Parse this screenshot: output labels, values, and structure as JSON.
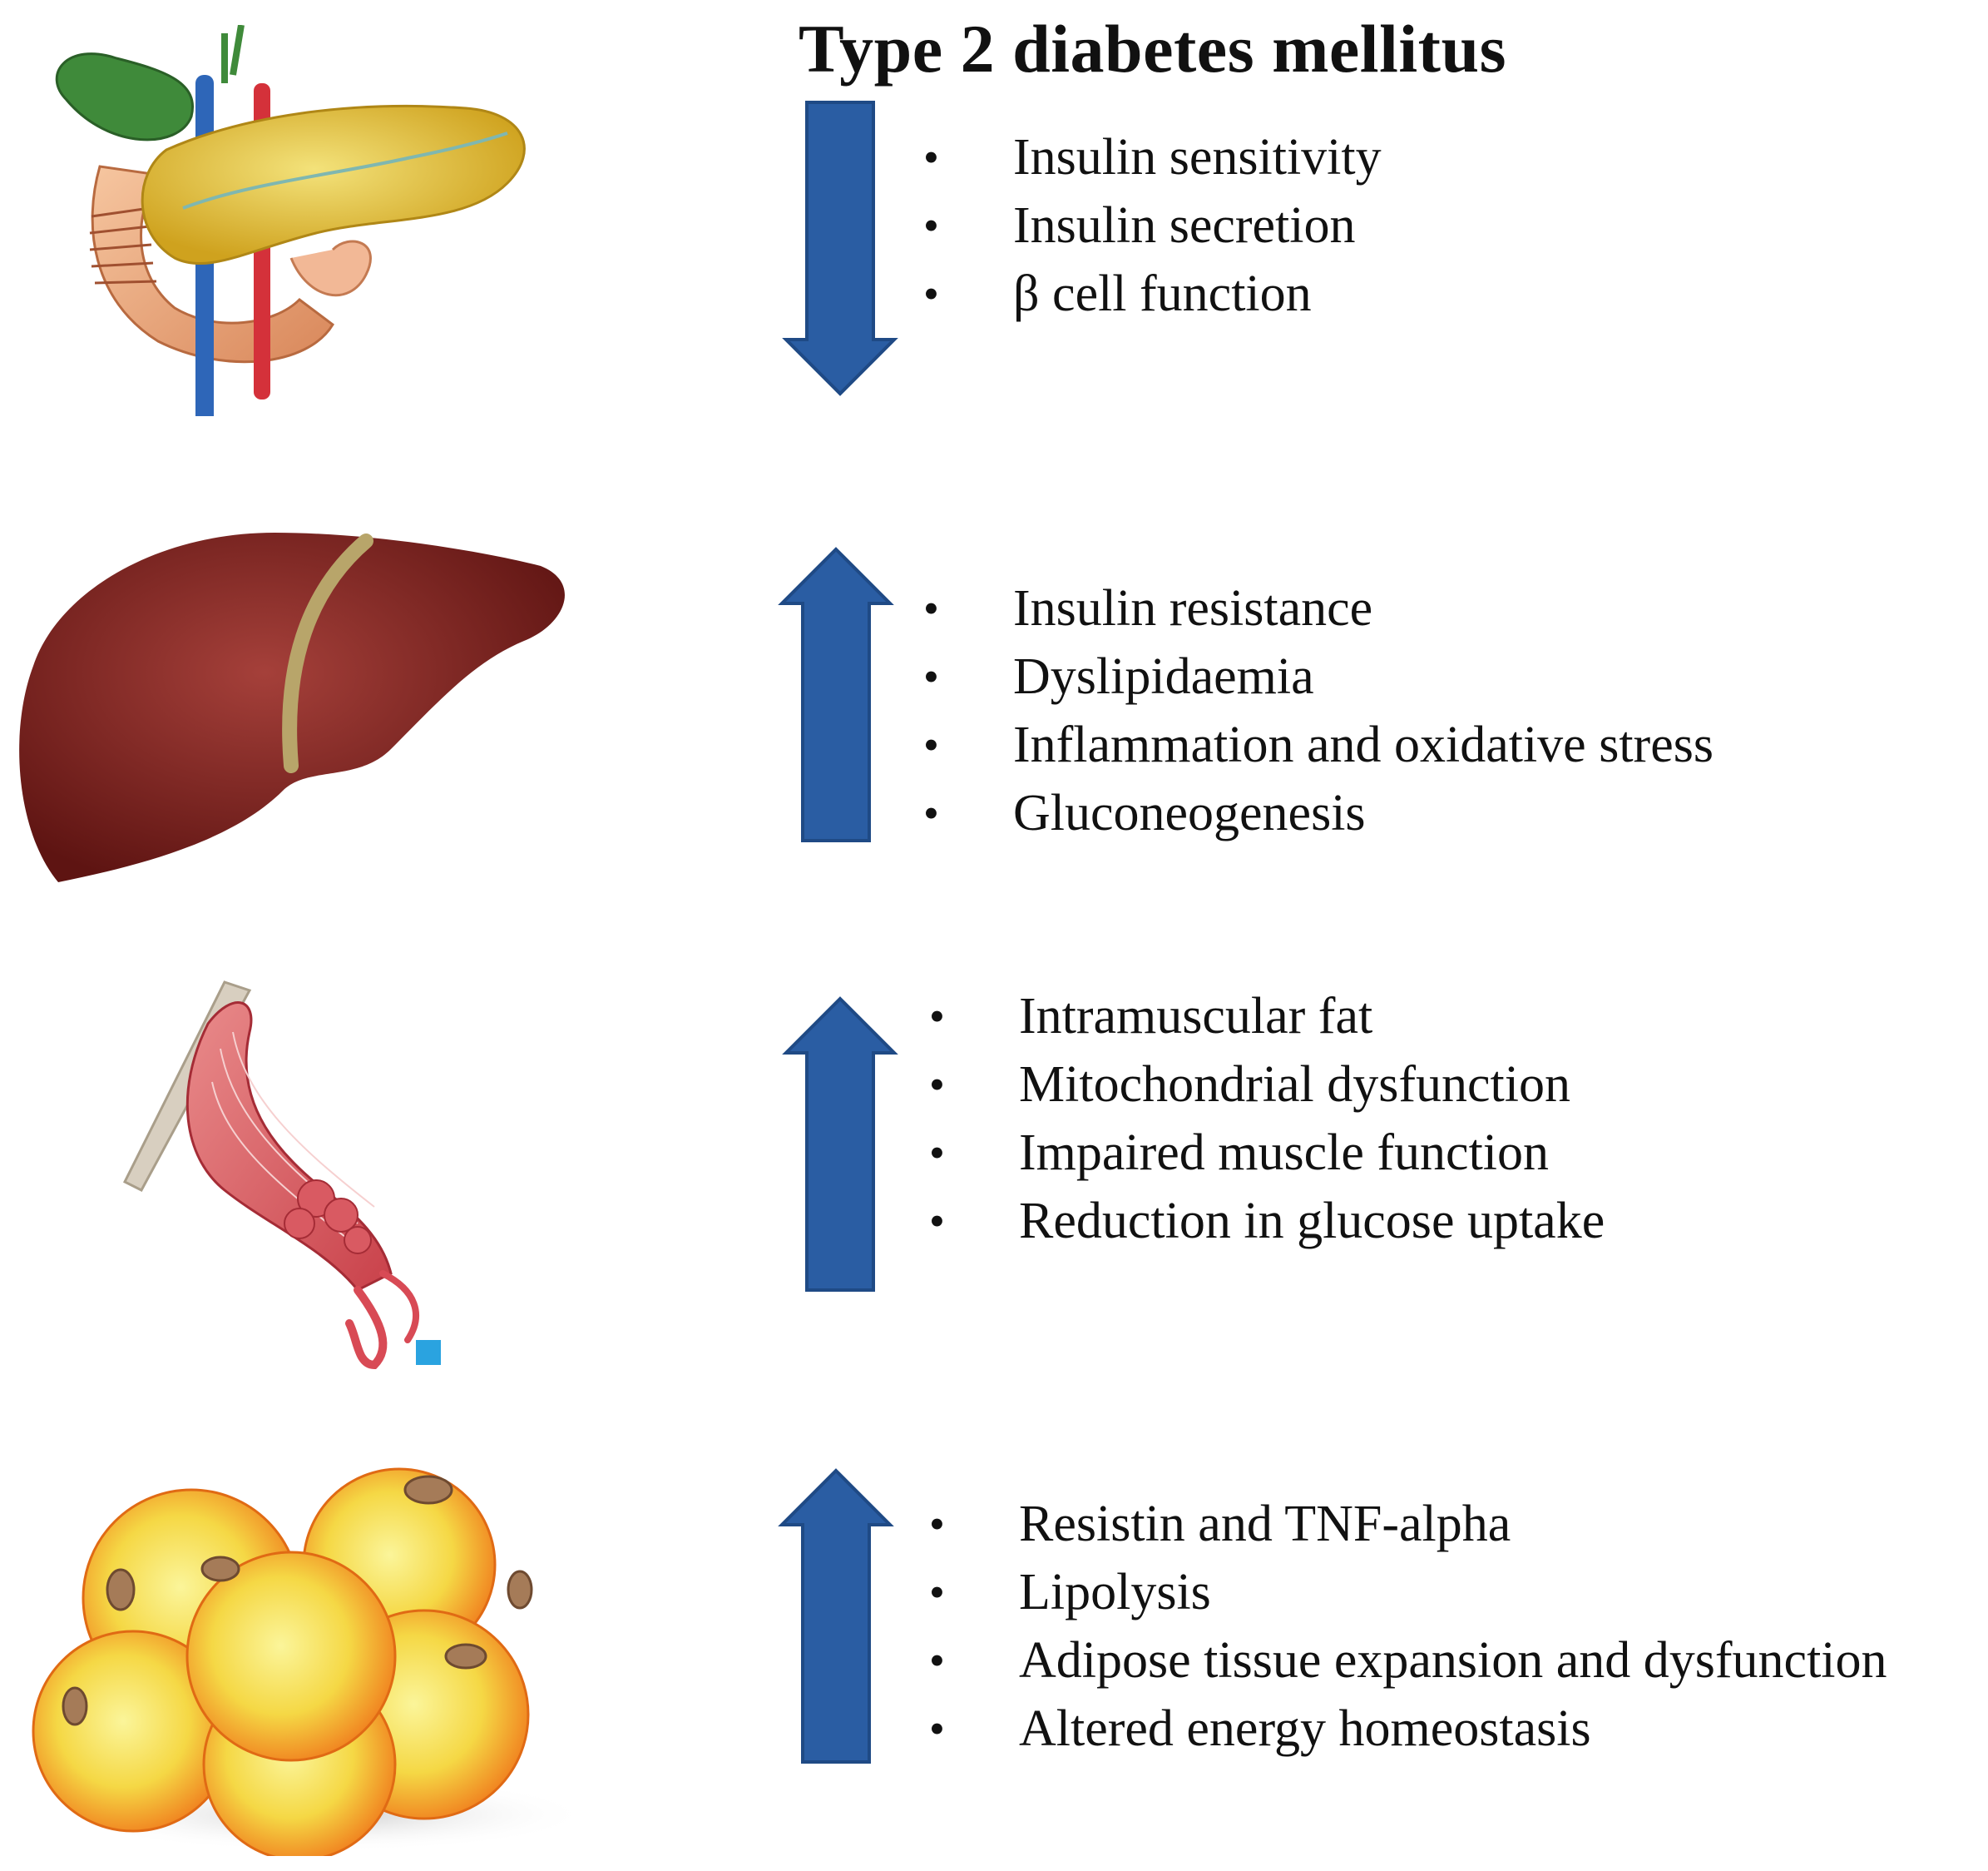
{
  "title": "Type 2 diabetes mellitus",
  "colors": {
    "arrow": "#2a5da3",
    "arrow_edge": "#1f4a85"
  },
  "rows": [
    {
      "organ_icon": "pancreas-icon",
      "direction": "down",
      "items": [
        "Insulin sensitivity",
        "Insulin secretion",
        "β cell function"
      ]
    },
    {
      "organ_icon": "liver-icon",
      "direction": "up",
      "items": [
        "Insulin resistance",
        "Dyslipidaemia",
        "Inflammation and oxidative stress",
        "Gluconeogenesis"
      ]
    },
    {
      "organ_icon": "muscle-icon",
      "direction": "up",
      "items": [
        "Intramuscular fat",
        "Mitochondrial dysfunction",
        "Impaired muscle function",
        "Reduction in glucose uptake"
      ]
    },
    {
      "organ_icon": "adipose-cells-icon",
      "direction": "up",
      "items": [
        "Resistin and TNF-alpha",
        "Lipolysis",
        "Adipose tissue expansion and dysfunction",
        "Altered energy homeostasis"
      ]
    }
  ]
}
